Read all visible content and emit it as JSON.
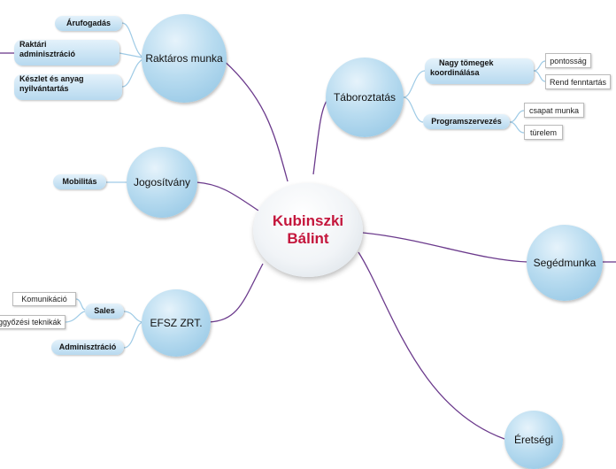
{
  "central": {
    "line1": "Kubinszki",
    "line2": "Bálint"
  },
  "main_nodes": {
    "raktaros": "Raktáros munka",
    "jogositvany": "Jogosítvány",
    "efsz": "EFSZ ZRT.",
    "taboroztatas": "Táboroztatás",
    "segedmunka": "Segédmunka",
    "eretsegi": "Éretségi"
  },
  "sub_nodes": {
    "arufogadas": "Árufogadás",
    "raktari_line1": "Raktári",
    "raktari_line2": "adminisztráció",
    "keszlet_line1": "Készlet és anyag",
    "keszlet_line2": "nyilvántartás",
    "mobilitas": "Mobilitás",
    "sales": "Sales",
    "adminisztracio": "Adminisztráció",
    "nagy_line1": "Nagy tömegek",
    "nagy_line2": "koordinálása",
    "programszervezes": "Programszervezés"
  },
  "leaf_nodes": {
    "komunikacio": "Komunikáció",
    "meggyozesi": "Meggyőzési teknikák",
    "pontossag": "pontosság",
    "rend": "Rend fenntartás",
    "csapat": "csapat munka",
    "turelem": "türelem"
  },
  "colors": {
    "connector": "#6b3a8c",
    "leaf_connector": "#9fcbe6",
    "central_text": "#c4163c"
  }
}
